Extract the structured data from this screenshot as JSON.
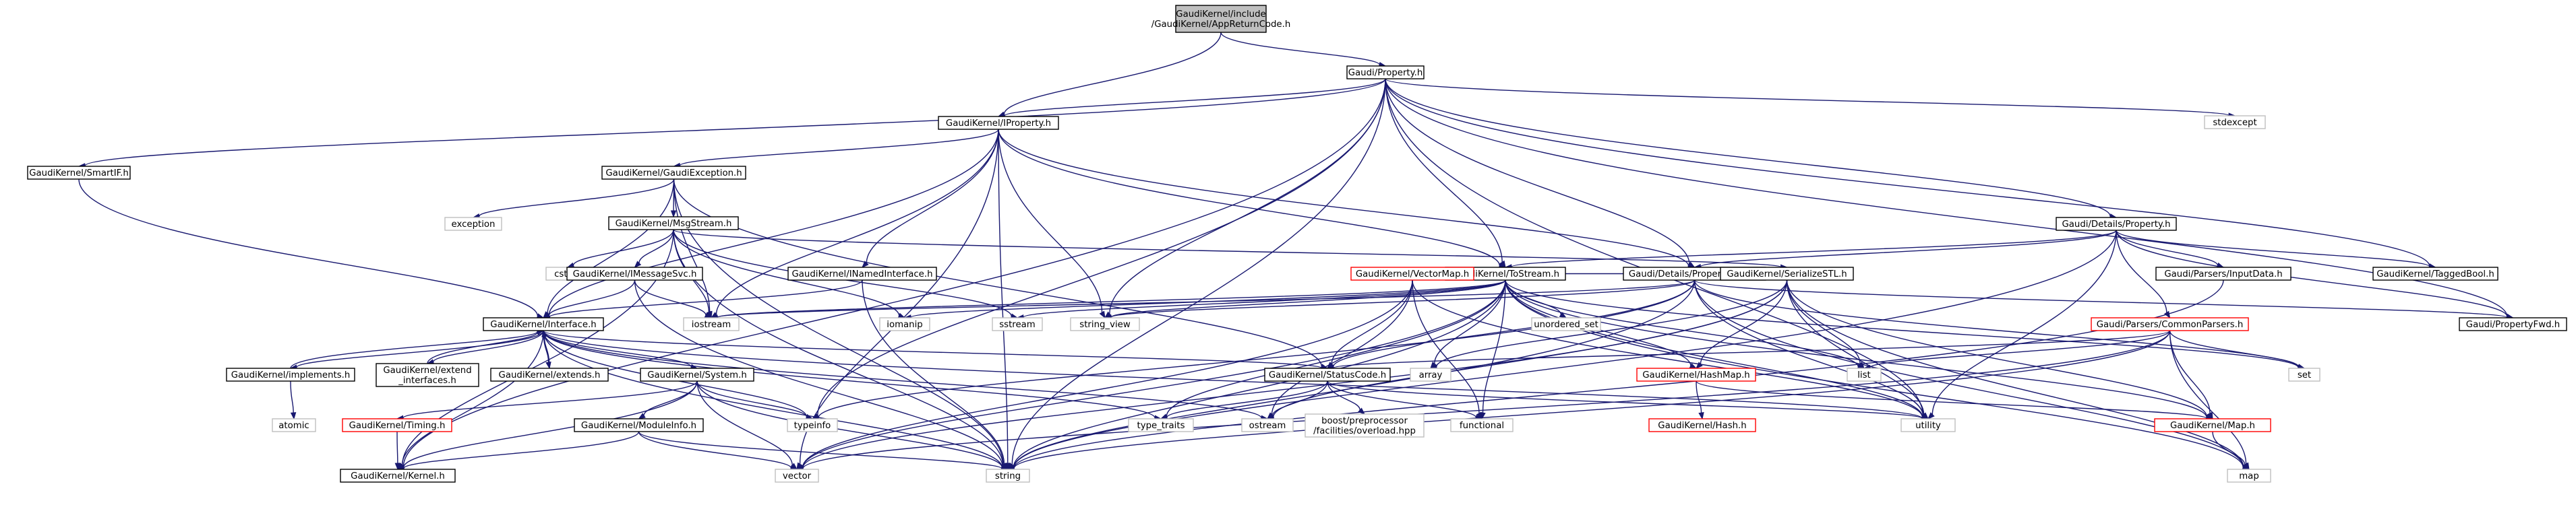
{
  "colors": {
    "root_fill": "#bfbfbf",
    "node_fill": "#ffffff",
    "node_border": "#000000",
    "external_border": "#bfbfbf",
    "undocumented_border": "#ff0000",
    "edge": "#191970"
  },
  "nodes": [
    {
      "id": "root",
      "lines": [
        "GaudiKernel/include",
        "/GaudiKernel/AppReturnCode.h"
      ],
      "kind": "root"
    },
    {
      "id": "property_h",
      "lines": [
        "Gaudi/Property.h"
      ],
      "kind": "normal"
    },
    {
      "id": "iproperty_h",
      "lines": [
        "GaudiKernel/IProperty.h"
      ],
      "kind": "normal"
    },
    {
      "id": "smartif_h",
      "lines": [
        "GaudiKernel/SmartIF.h"
      ],
      "kind": "normal"
    },
    {
      "id": "stdexcept",
      "lines": [
        "stdexcept"
      ],
      "kind": "external"
    },
    {
      "id": "details_property_h",
      "lines": [
        "Gaudi/Details/Property.h"
      ],
      "kind": "normal"
    },
    {
      "id": "gaudiexception_h",
      "lines": [
        "GaudiKernel/GaudiException.h"
      ],
      "kind": "normal"
    },
    {
      "id": "exception",
      "lines": [
        "exception"
      ],
      "kind": "external"
    },
    {
      "id": "msgstream_h",
      "lines": [
        "GaudiKernel/MsgStream.h"
      ],
      "kind": "normal"
    },
    {
      "id": "cstdio",
      "lines": [
        "cstdio"
      ],
      "kind": "external"
    },
    {
      "id": "imessagesvc_h",
      "lines": [
        "GaudiKernel/IMessageSvc.h"
      ],
      "kind": "normal"
    },
    {
      "id": "inamedinterface_h",
      "lines": [
        "GaudiKernel/INamedInterface.h"
      ],
      "kind": "normal"
    },
    {
      "id": "tostream_h",
      "lines": [
        "GaudiKernel/ToStream.h"
      ],
      "kind": "normal"
    },
    {
      "id": "propertybase_h",
      "lines": [
        "Gaudi/Details/PropertyBase.h"
      ],
      "kind": "normal"
    },
    {
      "id": "inputdata_h",
      "lines": [
        "Gaudi/Parsers/InputData.h"
      ],
      "kind": "normal"
    },
    {
      "id": "taggedbool_h",
      "lines": [
        "GaudiKernel/TaggedBool.h"
      ],
      "kind": "normal"
    },
    {
      "id": "propertyfwd_h",
      "lines": [
        "Gaudi/PropertyFwd.h"
      ],
      "kind": "normal"
    },
    {
      "id": "interface_h",
      "lines": [
        "GaudiKernel/Interface.h"
      ],
      "kind": "normal"
    },
    {
      "id": "iostream",
      "lines": [
        "iostream"
      ],
      "kind": "external"
    },
    {
      "id": "iomanip",
      "lines": [
        "iomanip"
      ],
      "kind": "external"
    },
    {
      "id": "sstream",
      "lines": [
        "sstream"
      ],
      "kind": "external"
    },
    {
      "id": "string_view",
      "lines": [
        "string_view"
      ],
      "kind": "external"
    },
    {
      "id": "unordered_set",
      "lines": [
        "unordered_set"
      ],
      "kind": "external"
    },
    {
      "id": "vectormap_h",
      "lines": [
        "GaudiKernel/VectorMap.h"
      ],
      "kind": "undocumented"
    },
    {
      "id": "serializestl_h",
      "lines": [
        "GaudiKernel/SerializeSTL.h"
      ],
      "kind": "normal"
    },
    {
      "id": "commonparsers_h",
      "lines": [
        "Gaudi/Parsers/CommonParsers.h"
      ],
      "kind": "undocumented"
    },
    {
      "id": "implements_h",
      "lines": [
        "GaudiKernel/implements.h"
      ],
      "kind": "normal"
    },
    {
      "id": "extend_interfaces_h",
      "lines": [
        "GaudiKernel/extend",
        "_interfaces.h"
      ],
      "kind": "normal"
    },
    {
      "id": "extends_h",
      "lines": [
        "GaudiKernel/extends.h"
      ],
      "kind": "normal"
    },
    {
      "id": "system_h",
      "lines": [
        "GaudiKernel/System.h"
      ],
      "kind": "normal"
    },
    {
      "id": "statuscode_h",
      "lines": [
        "GaudiKernel/StatusCode.h"
      ],
      "kind": "normal"
    },
    {
      "id": "array",
      "lines": [
        "array"
      ],
      "kind": "external"
    },
    {
      "id": "list",
      "lines": [
        "list"
      ],
      "kind": "external"
    },
    {
      "id": "hashmap_h",
      "lines": [
        "GaudiKernel/HashMap.h"
      ],
      "kind": "undocumented"
    },
    {
      "id": "set",
      "lines": [
        "set"
      ],
      "kind": "external"
    },
    {
      "id": "atomic",
      "lines": [
        "atomic"
      ],
      "kind": "external"
    },
    {
      "id": "timing_h",
      "lines": [
        "GaudiKernel/Timing.h"
      ],
      "kind": "undocumented"
    },
    {
      "id": "moduleinfo_h",
      "lines": [
        "GaudiKernel/ModuleInfo.h"
      ],
      "kind": "normal"
    },
    {
      "id": "typeinfo",
      "lines": [
        "typeinfo"
      ],
      "kind": "external"
    },
    {
      "id": "type_traits",
      "lines": [
        "type_traits"
      ],
      "kind": "external"
    },
    {
      "id": "ostream",
      "lines": [
        "ostream"
      ],
      "kind": "external"
    },
    {
      "id": "boost_overload",
      "lines": [
        "boost/preprocessor",
        "/facilities/overload.hpp"
      ],
      "kind": "external"
    },
    {
      "id": "functional",
      "lines": [
        "functional"
      ],
      "kind": "external"
    },
    {
      "id": "utility",
      "lines": [
        "utility"
      ],
      "kind": "external"
    },
    {
      "id": "hash_h",
      "lines": [
        "GaudiKernel/Hash.h"
      ],
      "kind": "undocumented"
    },
    {
      "id": "map_h",
      "lines": [
        "GaudiKernel/Map.h"
      ],
      "kind": "undocumented"
    },
    {
      "id": "kernel_h",
      "lines": [
        "GaudiKernel/Kernel.h"
      ],
      "kind": "normal"
    },
    {
      "id": "vector",
      "lines": [
        "vector"
      ],
      "kind": "external"
    },
    {
      "id": "string",
      "lines": [
        "string"
      ],
      "kind": "external"
    },
    {
      "id": "map",
      "lines": [
        "map"
      ],
      "kind": "external"
    }
  ],
  "edges": [
    [
      "root",
      "property_h"
    ],
    [
      "root",
      "iproperty_h"
    ],
    [
      "property_h",
      "iproperty_h"
    ],
    [
      "property_h",
      "smartif_h"
    ],
    [
      "property_h",
      "stdexcept"
    ],
    [
      "property_h",
      "details_property_h"
    ],
    [
      "property_h",
      "taggedbool_h"
    ],
    [
      "property_h",
      "propertyfwd_h"
    ],
    [
      "property_h",
      "propertybase_h"
    ],
    [
      "property_h",
      "tostream_h"
    ],
    [
      "property_h",
      "string_view"
    ],
    [
      "property_h",
      "string"
    ],
    [
      "property_h",
      "utility"
    ],
    [
      "property_h",
      "typeinfo"
    ],
    [
      "property_h",
      "kernel_h"
    ],
    [
      "iproperty_h",
      "gaudiexception_h"
    ],
    [
      "iproperty_h",
      "inamedinterface_h"
    ],
    [
      "iproperty_h",
      "interface_h"
    ],
    [
      "iproperty_h",
      "iostream"
    ],
    [
      "iproperty_h",
      "string_view"
    ],
    [
      "iproperty_h",
      "string"
    ],
    [
      "iproperty_h",
      "propertybase_h"
    ],
    [
      "iproperty_h",
      "tostream_h"
    ],
    [
      "iproperty_h",
      "vector"
    ],
    [
      "smartif_h",
      "interface_h"
    ],
    [
      "details_property_h",
      "inputdata_h"
    ],
    [
      "details_property_h",
      "taggedbool_h"
    ],
    [
      "details_property_h",
      "propertyfwd_h"
    ],
    [
      "details_property_h",
      "propertybase_h"
    ],
    [
      "details_property_h",
      "tostream_h"
    ],
    [
      "details_property_h",
      "commonparsers_h"
    ],
    [
      "details_property_h",
      "utility"
    ],
    [
      "details_property_h",
      "string"
    ],
    [
      "gaudiexception_h",
      "exception"
    ],
    [
      "gaudiexception_h",
      "msgstream_h"
    ],
    [
      "gaudiexception_h",
      "statuscode_h"
    ],
    [
      "gaudiexception_h",
      "iostream"
    ],
    [
      "gaudiexception_h",
      "string"
    ],
    [
      "gaudiexception_h",
      "interface_h"
    ],
    [
      "msgstream_h",
      "cstdio"
    ],
    [
      "msgstream_h",
      "imessagesvc_h"
    ],
    [
      "msgstream_h",
      "iomanip"
    ],
    [
      "msgstream_h",
      "iostream"
    ],
    [
      "msgstream_h",
      "sstream"
    ],
    [
      "msgstream_h",
      "string"
    ],
    [
      "msgstream_h",
      "kernel_h"
    ],
    [
      "msgstream_h",
      "serializestl_h"
    ],
    [
      "imessagesvc_h",
      "interface_h"
    ],
    [
      "imessagesvc_h",
      "iostream"
    ],
    [
      "imessagesvc_h",
      "string"
    ],
    [
      "inamedinterface_h",
      "interface_h"
    ],
    [
      "inamedinterface_h",
      "string"
    ],
    [
      "tostream_h",
      "iomanip"
    ],
    [
      "tostream_h",
      "sstream"
    ],
    [
      "tostream_h",
      "string_view"
    ],
    [
      "tostream_h",
      "unordered_set"
    ],
    [
      "tostream_h",
      "vectormap_h"
    ],
    [
      "tostream_h",
      "serializestl_h"
    ],
    [
      "tostream_h",
      "hashmap_h"
    ],
    [
      "tostream_h",
      "map_h"
    ],
    [
      "tostream_h",
      "array"
    ],
    [
      "tostream_h",
      "list"
    ],
    [
      "tostream_h",
      "set"
    ],
    [
      "tostream_h",
      "map"
    ],
    [
      "tostream_h",
      "string"
    ],
    [
      "tostream_h",
      "vector"
    ],
    [
      "tostream_h",
      "type_traits"
    ],
    [
      "tostream_h",
      "utility"
    ],
    [
      "tostream_h",
      "iostream"
    ],
    [
      "tostream_h",
      "functional"
    ],
    [
      "propertybase_h",
      "propertyfwd_h"
    ],
    [
      "propertybase_h",
      "statuscode_h"
    ],
    [
      "propertybase_h",
      "string_view"
    ],
    [
      "propertybase_h",
      "string"
    ],
    [
      "propertybase_h",
      "iostream"
    ],
    [
      "propertybase_h",
      "set"
    ],
    [
      "propertybase_h",
      "typeinfo"
    ],
    [
      "propertybase_h",
      "utility"
    ],
    [
      "propertybase_h",
      "map"
    ],
    [
      "inputdata_h",
      "string"
    ],
    [
      "commonparsers_h",
      "statuscode_h"
    ],
    [
      "commonparsers_h",
      "list"
    ],
    [
      "commonparsers_h",
      "set"
    ],
    [
      "commonparsers_h",
      "map_h"
    ],
    [
      "commonparsers_h",
      "map"
    ],
    [
      "commonparsers_h",
      "string"
    ],
    [
      "commonparsers_h",
      "vector"
    ],
    [
      "interface_h",
      "implements_h"
    ],
    [
      "interface_h",
      "extend_interfaces_h"
    ],
    [
      "interface_h",
      "extends_h"
    ],
    [
      "interface_h",
      "system_h"
    ],
    [
      "interface_h",
      "statuscode_h"
    ],
    [
      "interface_h",
      "kernel_h"
    ],
    [
      "interface_h",
      "typeinfo"
    ],
    [
      "interface_h",
      "ostream"
    ],
    [
      "interface_h",
      "type_traits"
    ],
    [
      "interface_h",
      "string"
    ],
    [
      "interface_h",
      "utility"
    ],
    [
      "implements_h",
      "interface_h"
    ],
    [
      "implements_h",
      "atomic"
    ],
    [
      "extend_interfaces_h",
      "interface_h"
    ],
    [
      "extends_h",
      "interface_h"
    ],
    [
      "system_h",
      "kernel_h"
    ],
    [
      "system_h",
      "timing_h"
    ],
    [
      "system_h",
      "moduleinfo_h"
    ],
    [
      "system_h",
      "typeinfo"
    ],
    [
      "system_h",
      "string"
    ],
    [
      "system_h",
      "vector"
    ],
    [
      "timing_h",
      "kernel_h"
    ],
    [
      "moduleinfo_h",
      "kernel_h"
    ],
    [
      "moduleinfo_h",
      "string"
    ],
    [
      "moduleinfo_h",
      "vector"
    ],
    [
      "vectormap_h",
      "statuscode_h"
    ],
    [
      "vectormap_h",
      "functional"
    ],
    [
      "vectormap_h",
      "utility"
    ],
    [
      "vectormap_h",
      "ostream"
    ],
    [
      "vectormap_h",
      "vector"
    ],
    [
      "statuscode_h",
      "type_traits"
    ],
    [
      "statuscode_h",
      "ostream"
    ],
    [
      "statuscode_h",
      "boost_overload"
    ],
    [
      "statuscode_h",
      "functional"
    ],
    [
      "statuscode_h",
      "utility"
    ],
    [
      "serializestl_h",
      "array"
    ],
    [
      "serializestl_h",
      "list"
    ],
    [
      "serializestl_h",
      "hashmap_h"
    ],
    [
      "serializestl_h",
      "map_h"
    ],
    [
      "serializestl_h",
      "utility"
    ],
    [
      "serializestl_h",
      "ostream"
    ],
    [
      "serializestl_h",
      "vector"
    ],
    [
      "serializestl_h",
      "map"
    ],
    [
      "hashmap_h",
      "hash_h"
    ],
    [
      "hashmap_h",
      "map_h"
    ],
    [
      "map_h",
      "map"
    ]
  ]
}
